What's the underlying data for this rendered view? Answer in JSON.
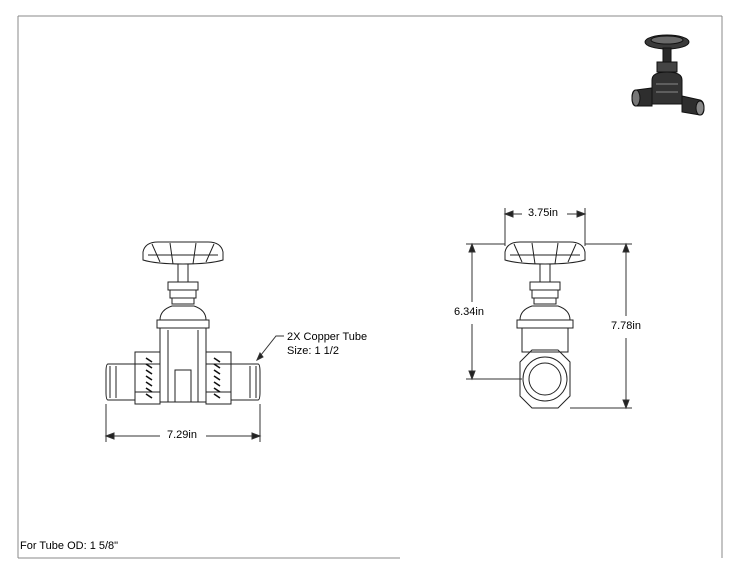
{
  "front_view": {
    "width_dim": "7.29in",
    "callout_line1": "2X Copper Tube",
    "callout_line2": "Size: 1 1/2"
  },
  "side_view": {
    "top_width_dim": "3.75in",
    "center_height_dim": "6.34in",
    "overall_height_dim": "7.78in"
  },
  "footer": {
    "tube_od": "For Tube OD: 1 5/8\""
  }
}
